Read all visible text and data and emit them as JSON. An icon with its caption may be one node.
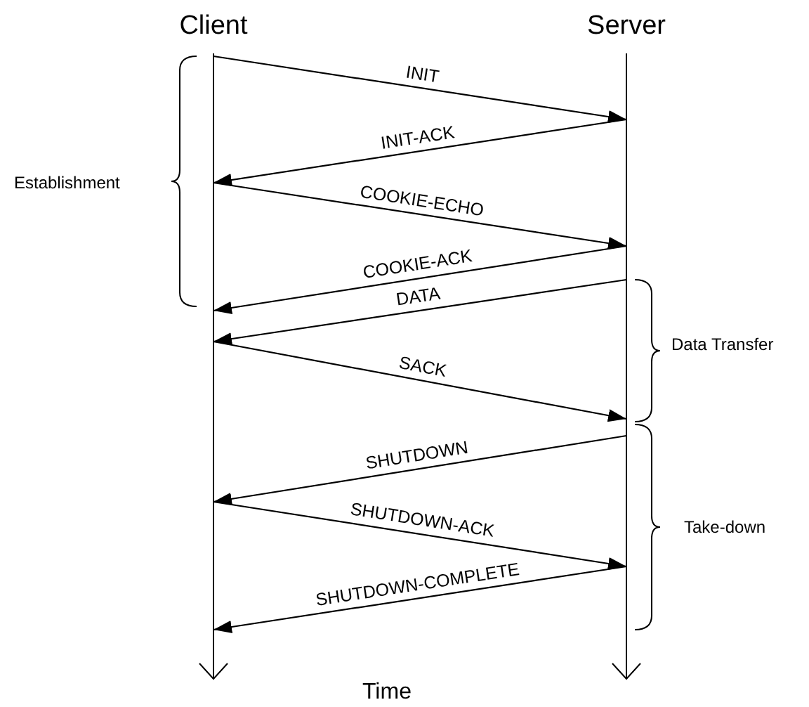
{
  "diagram": {
    "nodes": [
      {
        "text": [
          "Client"
        ]
      },
      {
        "text": [
          "Server"
        ]
      }
    ],
    "edges": [
      {
        "from": 0,
        "to": 1,
        "arrow": "to",
        "label": "INIT"
      },
      {
        "from": 1,
        "to": 0,
        "arrow": "to",
        "label": "INIT-ACK"
      },
      {
        "from": 0,
        "to": 1,
        "arrow": "to",
        "label": "COOKIE-ECHO"
      },
      {
        "from": 1,
        "to": 0,
        "arrow": "to",
        "label": "COOKIE-ACK"
      },
      {
        "from": 1,
        "to": 0,
        "arrow": "to",
        "label": "DATA"
      },
      {
        "from": 0,
        "to": 1,
        "arrow": "to",
        "label": "SACK"
      },
      {
        "from": 1,
        "to": 0,
        "arrow": "to",
        "label": "SHUTDOWN"
      },
      {
        "from": 0,
        "to": 1,
        "arrow": "to",
        "label": "SHUTDOWN-ACK"
      },
      {
        "from": 1,
        "to": 0,
        "arrow": "to",
        "label": "SHUTDOWN-COMPLETE"
      }
    ],
    "labels": [
      "Establishment",
      "Data Transfer",
      "Take-down",
      "Time"
    ]
  }
}
